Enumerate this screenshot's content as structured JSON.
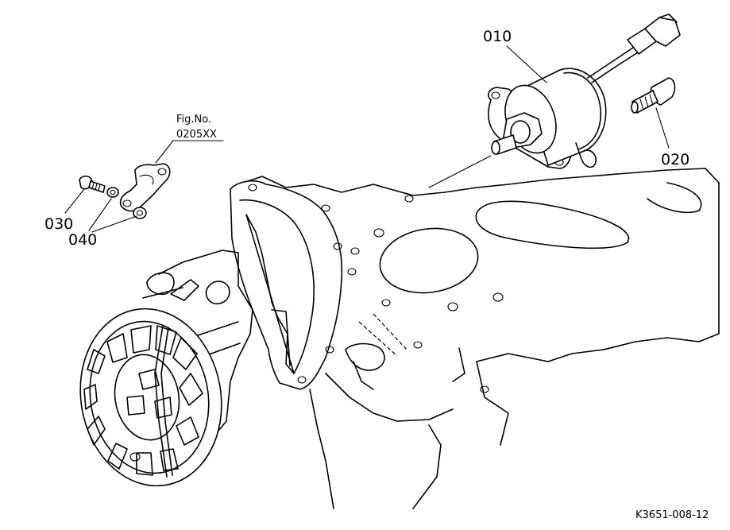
{
  "figure_ref": {
    "line1": "Fig.No.",
    "line2": "0205XX"
  },
  "callouts": {
    "c010": "010",
    "c020": "020",
    "c030": "030",
    "c040": "040"
  },
  "drawing_number": "K3651-008-12",
  "colors": {
    "ink": "#000000",
    "paper": "#ffffff"
  }
}
